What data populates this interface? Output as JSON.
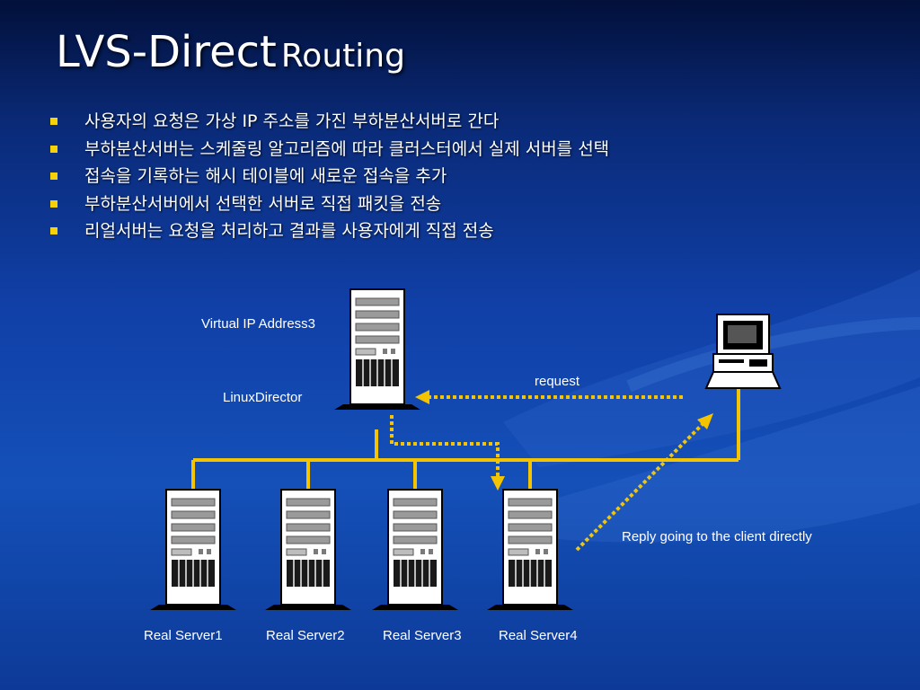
{
  "slide": {
    "title_part1": "LVS-Direct",
    "title_part2": "Routing"
  },
  "bullets": [
    "사용자의 요청은 가상 IP 주소를 가진 부하분산서버로 간다",
    "부하분산서버는 스케줄링 알고리즘에 따라 클러스터에서 실제 서버를 선택",
    "접속을 기록하는 해시 테이블에 새로운 접속을 추가",
    "부하분산서버에서 선택한 서버로 직접 패킷을 전송",
    "리얼서버는  요청을 처리하고 결과를 사용자에게 직접 전송"
  ],
  "diagram": {
    "director_vip_label": "Virtual IP Address3",
    "director_label": "LinuxDirector",
    "request_label": "request",
    "reply_label": "Reply going to the client directly",
    "real_servers": [
      "Real Server1",
      "Real Server2",
      "Real Server3",
      "Real Server4"
    ]
  },
  "colors": {
    "bullet": "#f5d20a",
    "connector": "#f5c400",
    "text": "#ffffff"
  }
}
